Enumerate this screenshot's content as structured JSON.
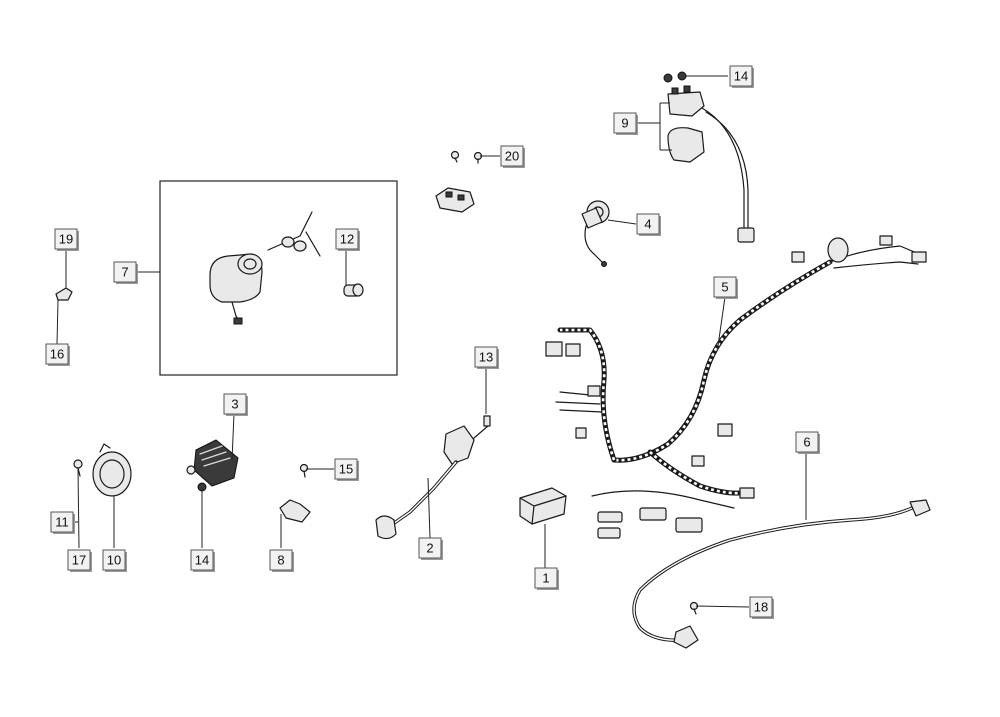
{
  "callouts": {
    "c1": "1",
    "c2": "2",
    "c3": "3",
    "c4": "4",
    "c5": "5",
    "c6": "6",
    "c7": "7",
    "c8": "8",
    "c9": "9",
    "c10": "10",
    "c11": "11",
    "c12": "12",
    "c13": "13",
    "c14a": "14",
    "c14b": "14",
    "c15": "15",
    "c16": "16",
    "c17": "17",
    "c18": "18",
    "c19": "19",
    "c20": "20"
  }
}
